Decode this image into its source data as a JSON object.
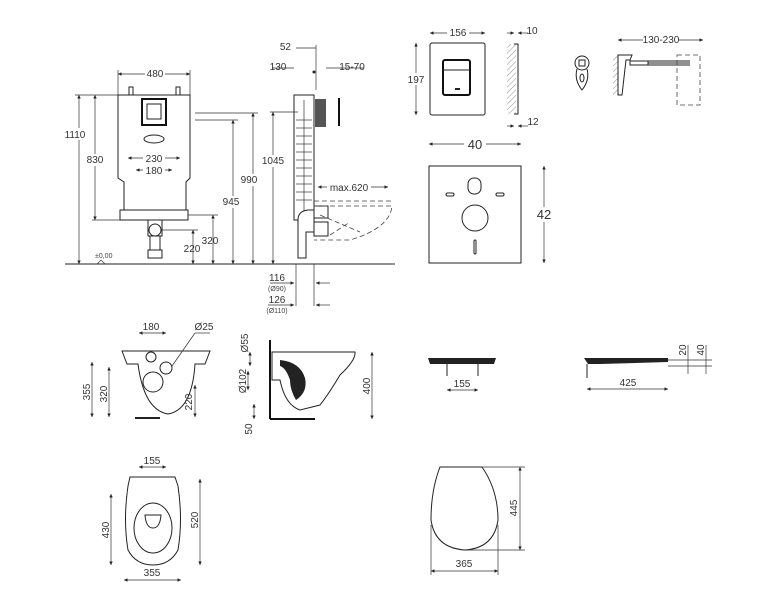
{
  "frame_front": {
    "width": "480",
    "height_total": "1110",
    "height_830": "830",
    "spacing_230": "230",
    "spacing_180": "180",
    "height_990": "990",
    "height_945": "945",
    "height_320": "320",
    "height_220": "220",
    "floor_level": "±0,00"
  },
  "frame_side": {
    "d52": "52",
    "d130": "130",
    "d15_70": "15-70",
    "h1045": "1045",
    "max620": "max.620",
    "d116": "116",
    "d116_sub": "(Ø90)",
    "d126": "126",
    "d126_sub": "(Ø110)"
  },
  "flush_plate": {
    "width": "156",
    "height": "197",
    "depth_top": "10",
    "depth_bottom": "12"
  },
  "sound_mat": {
    "width": "40",
    "height": "42"
  },
  "bolt": {
    "length": "130-230"
  },
  "bowl_front": {
    "spacing": "180",
    "diameter": "Ø25",
    "h355": "355",
    "h320": "320",
    "h220": "220"
  },
  "bowl_side": {
    "d55": "Ø55",
    "d102": "Ø102",
    "h50": "50",
    "h400": "400"
  },
  "seat_front": {
    "spacing": "155"
  },
  "seat_side": {
    "length": "425",
    "h20": "20",
    "h40": "40"
  },
  "bowl_top": {
    "spacing": "155",
    "h430": "430",
    "h520": "520",
    "width": "355"
  },
  "seat_top": {
    "height": "445",
    "width": "365"
  }
}
